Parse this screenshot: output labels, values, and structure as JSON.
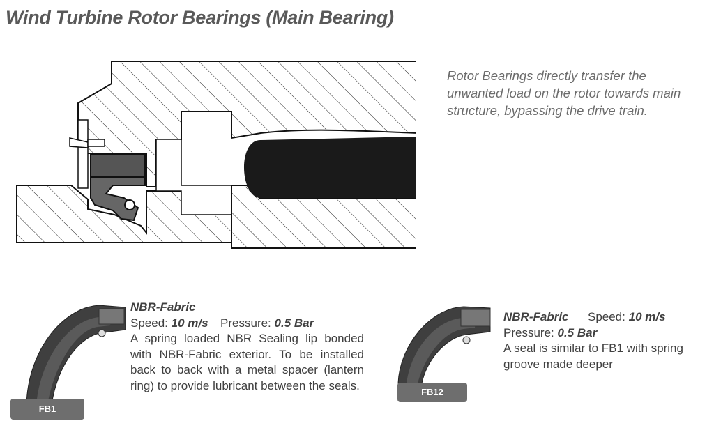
{
  "page": {
    "title": "Wind Turbine Rotor Bearings (Main Bearing)"
  },
  "intro": {
    "description": "Rotor Bearings directly transfer the unwanted load on the rotor towards main structure, bypassing the drive train."
  },
  "products": [
    {
      "code": "FB1",
      "material": "NBR-Fabric",
      "speed_label": "Speed:",
      "speed_value": "10 m/s",
      "pressure_label": "Pressure:",
      "pressure_value": "0.5 Bar",
      "description": "A spring loaded NBR Sealing lip bonded with NBR-Fabric exterior. To be installed back to back with a metal spacer (lantern ring) to provide lubricant between the seals."
    },
    {
      "code": "FB12",
      "material": "NBR-Fabric",
      "speed_label": "Speed:",
      "speed_value": "10 m/s",
      "pressure_label": "Pressure:",
      "pressure_value": "0.5 Bar",
      "description": "A seal is similar to FB1 with spring groove made deeper"
    }
  ],
  "colors": {
    "title": "#595959",
    "description": "#6b6b6b",
    "body_text": "#404040",
    "tag_bg": "#6e6e6e",
    "seal_dark": "#4d4d4d",
    "roller": "#1a1a1a"
  }
}
